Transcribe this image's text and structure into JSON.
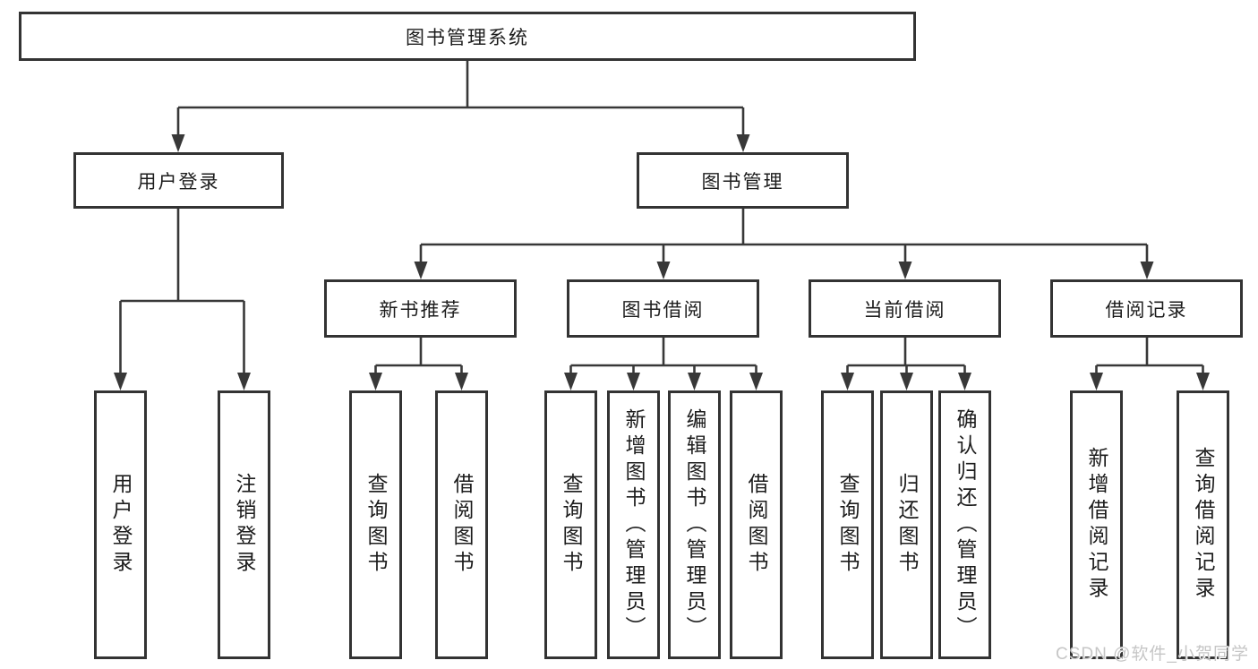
{
  "tree": {
    "label": "图书管理系统",
    "children": [
      {
        "label": "用户登录",
        "children": [
          {
            "label": "用户登录"
          },
          {
            "label": "注销登录"
          }
        ]
      },
      {
        "label": "图书管理",
        "children": [
          {
            "label": "新书推荐",
            "children": [
              {
                "label": "查询图书"
              },
              {
                "label": "借阅图书"
              }
            ]
          },
          {
            "label": "图书借阅",
            "children": [
              {
                "label": "查询图书"
              },
              {
                "label": "新增图书（管理员）"
              },
              {
                "label": "编辑图书（管理员）"
              },
              {
                "label": "借阅图书"
              }
            ]
          },
          {
            "label": "当前借阅",
            "children": [
              {
                "label": "查询图书"
              },
              {
                "label": "归还图书"
              },
              {
                "label": "确认归还（管理员）"
              }
            ]
          },
          {
            "label": "借阅记录",
            "children": [
              {
                "label": "新增借阅记录"
              },
              {
                "label": "查询借阅记录"
              }
            ]
          }
        ]
      }
    ]
  },
  "watermark": {
    "text": "CSDN @软件_小贺同学"
  },
  "colors": {
    "line": "#383838",
    "box_border": "#333333",
    "text": "#1c1c1c",
    "background": "#ffffff",
    "watermark": "#c6c6c6"
  }
}
